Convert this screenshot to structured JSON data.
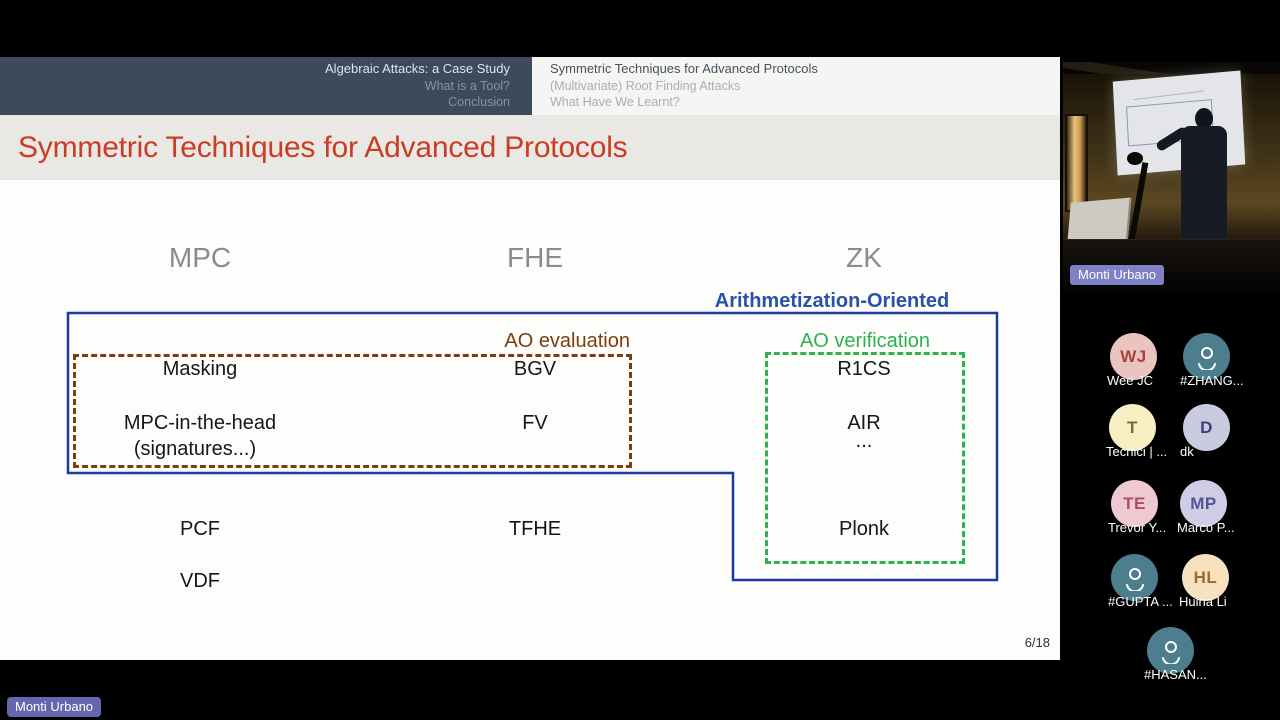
{
  "header": {
    "left": {
      "line1": "Algebraic Attacks: a Case Study",
      "line2": "What is a Tool?",
      "line3": "Conclusion"
    },
    "right": {
      "line1": "Symmetric Techniques for Advanced Protocols",
      "line2": "(Multivariate) Root Finding Attacks",
      "line3": "What Have We Learnt?"
    }
  },
  "slide": {
    "title": "Symmetric Techniques for Advanced Protocols",
    "columns": {
      "mpc": "MPC",
      "fhe": "FHE",
      "zk": "ZK"
    },
    "zk_banner": "Arithmetization-Oriented",
    "ao_evaluation_label": "AO evaluation",
    "ao_verification_label": "AO verification",
    "items": {
      "masking": "Masking",
      "bgv": "BGV",
      "r1cs": "R1CS",
      "mpc_in_the_head": "MPC-in-the-head",
      "signatures": "(signatures...)",
      "fv": "FV",
      "air": "AIR",
      "dots": "...",
      "pcf": "PCF",
      "tfhe": "TFHE",
      "plonk": "Plonk",
      "vdf": "VDF"
    },
    "page_number": "6/18",
    "colors": {
      "title_red": "#c93d24",
      "heading_gray": "#8b8b8b",
      "outline_blue": "#1b3c9e",
      "banner_blue": "#2a52a8",
      "ao_brown": "#7c3e10",
      "ao_green": "#2db14e"
    }
  },
  "video": {
    "name_tag": "Monti Urbano"
  },
  "bottom_name_tag": "Monti Urbano",
  "participants": [
    {
      "initials": "WJ",
      "label": "Wee JC",
      "bg": "#eac5bf",
      "fg": "#a6413f"
    },
    {
      "icon": "person",
      "label": "#ZHANG...",
      "bg": "#4d7e8e"
    },
    {
      "initials": "T",
      "label": "Tecnici | ...",
      "bg": "#f7eec2",
      "fg": "#7a6a33"
    },
    {
      "initials": "D",
      "label": "dk",
      "bg": "#c9cbe0",
      "fg": "#3f3f73"
    },
    {
      "initials": "TE",
      "label": "Trevor Y...",
      "bg": "#eec9d2",
      "fg": "#b04a6b"
    },
    {
      "initials": "MP",
      "label": "Marco P...",
      "bg": "#cfcde5",
      "fg": "#555398"
    },
    {
      "icon": "person",
      "label": "#GUPTA ...",
      "bg": "#4d7e8e"
    },
    {
      "initials": "HL",
      "label": "Huina Li",
      "bg": "#f6e2bf",
      "fg": "#a06a2c"
    },
    {
      "icon": "person",
      "label": "#HASAN...",
      "bg": "#4d7e8e"
    }
  ]
}
